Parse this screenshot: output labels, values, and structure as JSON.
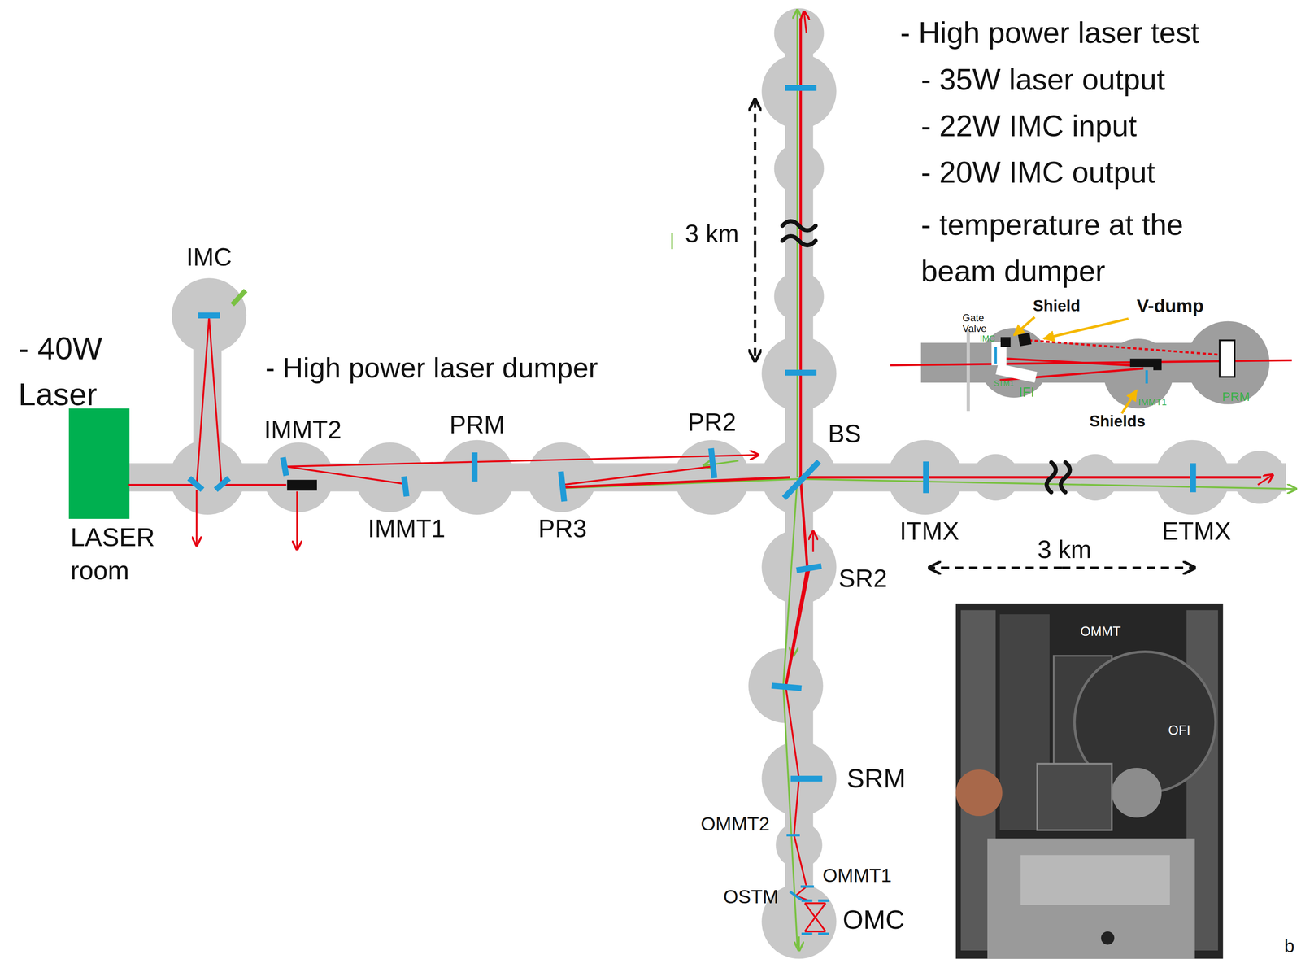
{
  "diagram": {
    "nodes": [
      {
        "text": [
          "LASER room"
        ]
      },
      {
        "text": [
          "OMMT",
          "OFI"
        ]
      }
    ],
    "labels": [
      "- 40W Laser",
      "IMC",
      "- High power laser dumper",
      "IMMT2",
      "PRM",
      "PR2",
      "BS",
      "IMMT1",
      "PR3",
      "3 km",
      "- High power laser test",
      "- 35W laser output",
      "- 22W IMC input",
      "- 20W IMC output",
      "- temperature at the beam dumper",
      "Gate Valve",
      "IMC",
      "Shield",
      "V-dump",
      "STM1",
      "IFI",
      "IMMT1",
      "PRM",
      "Shields",
      "ITMX",
      "3 km",
      "ETMX",
      "SR2",
      "SRM",
      "OMMT2",
      "OMMT1",
      "OSTM",
      "OMC",
      "b"
    ]
  }
}
